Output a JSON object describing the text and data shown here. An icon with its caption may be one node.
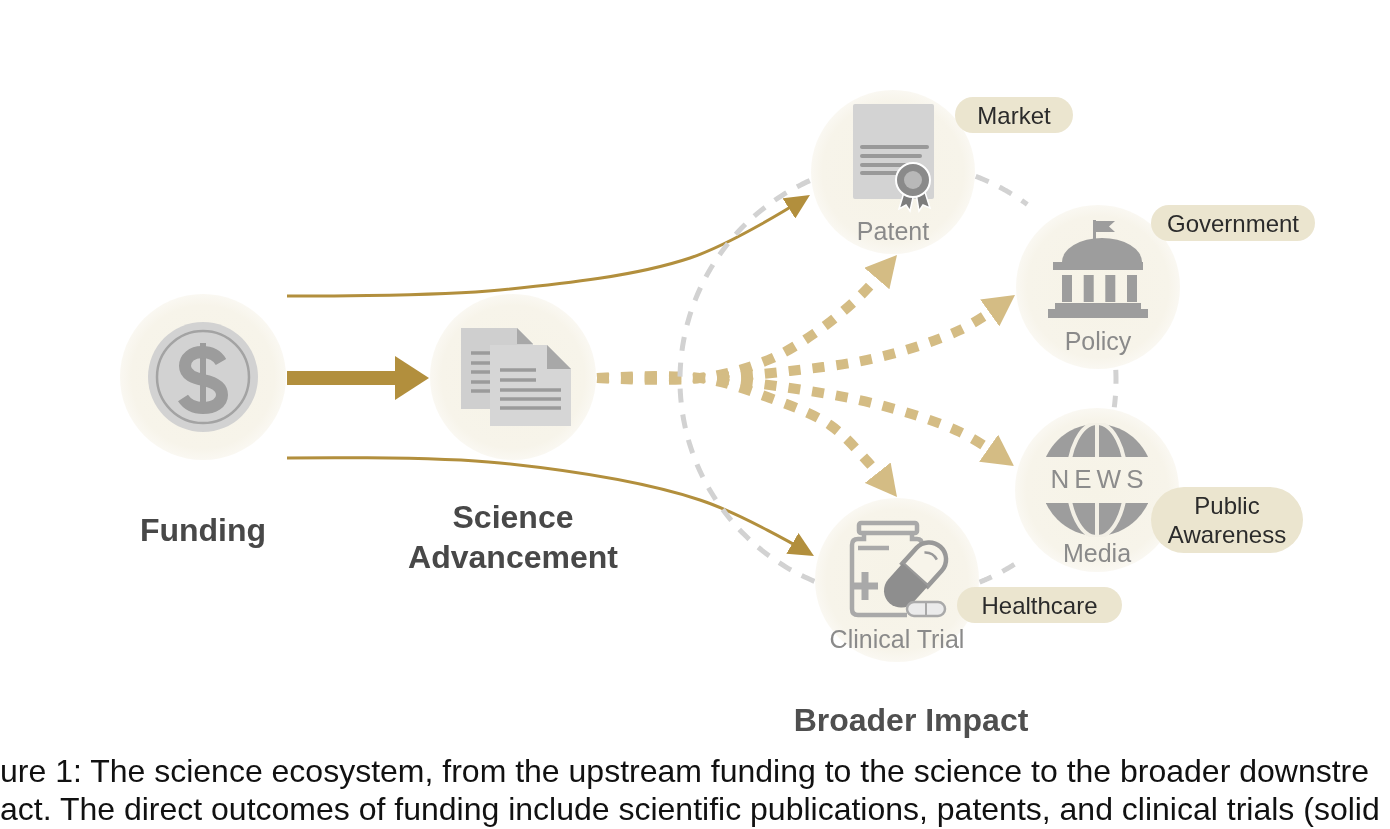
{
  "diagram": {
    "caption": "ure 1: The science ecosystem, from the upstream funding to the science to the broader downstre act. The direct outcomes of funding include scientific publications, patents, and clinical trials (solid",
    "nodes": [
      {
        "text": [
          "Funding"
        ]
      },
      {
        "text": [
          "Science Advancement"
        ]
      },
      {
        "text": [
          "Patent"
        ]
      },
      {
        "text": [
          "Market"
        ]
      },
      {
        "text": [
          "Policy"
        ]
      },
      {
        "text": [
          "Government"
        ]
      },
      {
        "text": [
          "NEWS",
          "Media"
        ]
      },
      {
        "text": [
          "Public Awareness"
        ]
      },
      {
        "text": [
          "Clinical Trial"
        ]
      },
      {
        "text": [
          "Healthcare"
        ]
      }
    ],
    "edges": [
      {
        "from": 0,
        "to": 1,
        "arrow": "to",
        "style": "thick",
        "color": "#b28f3d"
      },
      {
        "from": 0,
        "to": 2,
        "arrow": "to",
        "color": "#b28f3d"
      },
      {
        "from": 0,
        "to": 8,
        "arrow": "to",
        "color": "#b28f3d"
      },
      {
        "from": 1,
        "to": 2,
        "arrow": "to",
        "style": "dashed"
      },
      {
        "from": 1,
        "to": 4,
        "arrow": "to",
        "style": "dashed"
      },
      {
        "from": 1,
        "to": 6,
        "arrow": "to",
        "style": "dashed"
      },
      {
        "from": 1,
        "to": 8,
        "arrow": "to",
        "style": "dashed"
      },
      {
        "from": 2,
        "to": 4,
        "arrow": "none",
        "style": "dashed",
        "color": "#d2d2d2"
      },
      {
        "from": 4,
        "to": 6,
        "arrow": "none",
        "style": "dashed",
        "color": "#d2d2d2"
      },
      {
        "from": 6,
        "to": 8,
        "arrow": "none",
        "style": "dashed",
        "color": "#d2d2d2"
      },
      {
        "from": 8,
        "to": 2,
        "arrow": "none",
        "style": "dashed",
        "color": "#d2d2d2"
      }
    ],
    "labels": [
      "Broader Impact"
    ]
  }
}
